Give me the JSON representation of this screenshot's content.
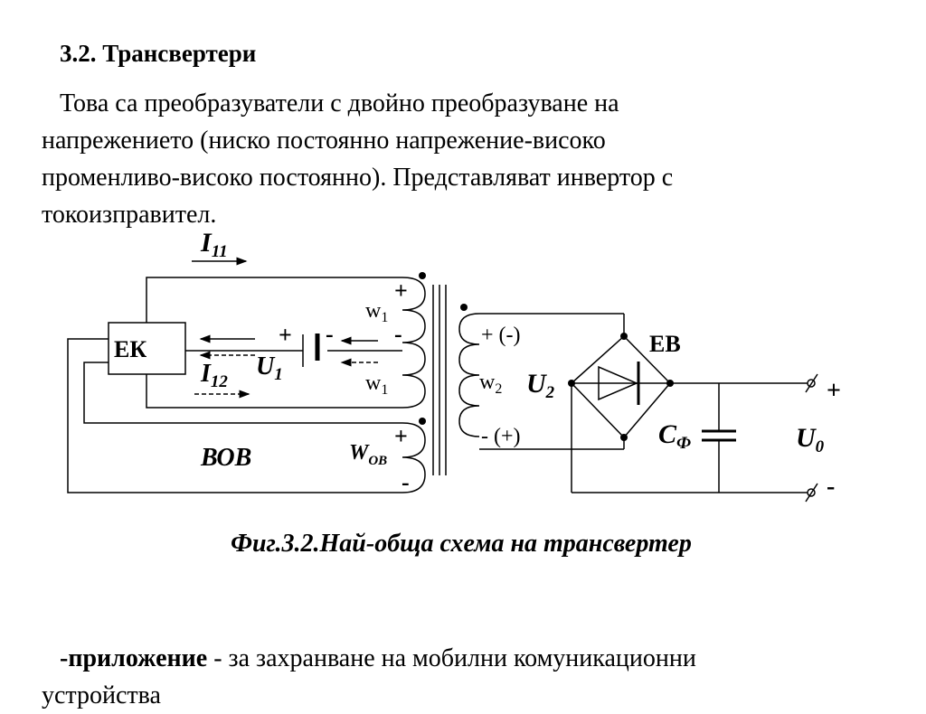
{
  "heading": "3.2. Трансвертери",
  "paragraph": {
    "line1": "Това са преобразуватели с двойно преобразуване на",
    "line2": "напрежението (ниско постоянно напрежение-високо",
    "line3": "променливо-високо постоянно). Представляват инвертор с",
    "line4": "токоизправител."
  },
  "diagram": {
    "ek_label": "ЕК",
    "ev_label": "ЕВ",
    "bov_label": "ВОВ",
    "i11_main": "I",
    "i11_sub": "11",
    "i12_main": "I",
    "i12_sub": "12",
    "u1_main": "U",
    "u1_sub": "1",
    "u2_main": "U",
    "u2_sub": "2",
    "u0_main": "U",
    "u0_sub": "0",
    "cf_main": "C",
    "cf_sub": "Ф",
    "w1_top_main": "w",
    "w1_top_sub": "1",
    "w1_bot_main": "w",
    "w1_bot_sub": "1",
    "w2_main": "w",
    "w2_sub": "2",
    "wov_main": "W",
    "wov_sub": "ОВ",
    "plus": "+",
    "minus": "-",
    "sec_top_polarity": "+ (-)",
    "sec_bot_polarity": "- (+)"
  },
  "caption": "Фиг.3.2.Най-обща схема на трансвертер",
  "bottom": {
    "bold": "-приложение",
    "rest": " - за захранване на мобилни комуникационни",
    "line2": "устройства"
  }
}
